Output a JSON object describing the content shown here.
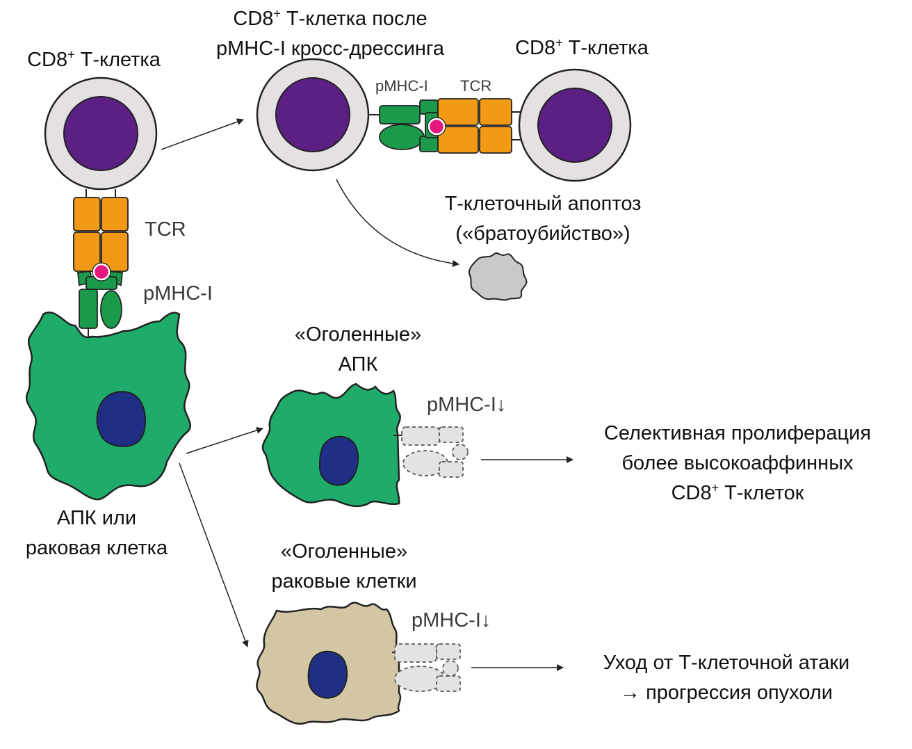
{
  "labels": {
    "cd8_left": "CD8",
    "cd8_left_sup": "+",
    "cd8_left_tail": " Т-клетка",
    "cross_line1_a": "CD8",
    "cross_line1_sup": "+",
    "cross_line1_b": " Т-клетка после",
    "cross_line2": "pMHC-I кросс-дрессинга",
    "cd8_right": "CD8",
    "cd8_right_sup": "+",
    "cd8_right_tail": " Т-клетка",
    "apoptosis_line1": "Т-клеточный апоптоз",
    "apoptosis_line2": "(«братоубийство»)",
    "naked_apc_line1": "«Оголенные»",
    "naked_apc_line2": "АПК",
    "naked_cancer_line1": "«Оголенные»",
    "naked_cancer_line2": "раковые клетки",
    "apc_line1": "АПК или",
    "apc_line2": "раковая клетка",
    "prolif_line1": "Селективная пролиферация",
    "prolif_line2": "более высокоаффинных",
    "prolif_line3_a": "CD8",
    "prolif_line3_sup": "+",
    "prolif_line3_b": " Т-клеток",
    "escape_line1": "Уход от Т-клеточной атаки",
    "escape_line2": "→ прогрессия опухоли"
  },
  "molecules": {
    "tcr_left": "TCR",
    "pmhc_left": "pMHC-I",
    "pmhc_top": "pMHC-I",
    "tcr_top": "TCR",
    "pmhc_down_apc": "pMHC-I↓",
    "pmhc_down_cancer": "pMHC-I↓"
  },
  "colors": {
    "nucleus_t": "#5c1f83",
    "t_cell_ring": "#e5e1e3",
    "tcr": "#f29a16",
    "mhc": "#1a9a4a",
    "peptide": "#e3177d",
    "apc": "#1fab6a",
    "apc_nucleus": "#1f2f86",
    "cancer": "#d2c6a4",
    "apoptotic": "#c9c9c9",
    "ghost": "#e3e3e3"
  }
}
